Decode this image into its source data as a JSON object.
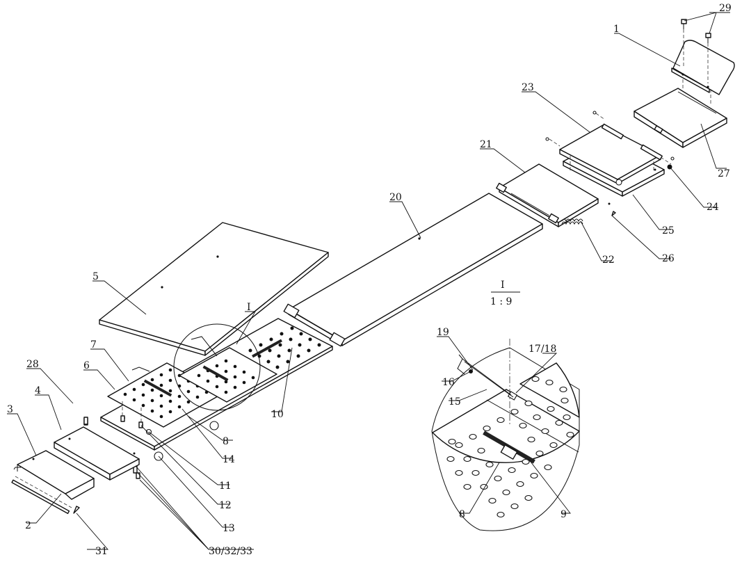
{
  "labels": {
    "p1": "1",
    "p2": "2",
    "p3": "3",
    "p4": "4",
    "p5": "5",
    "p6": "6",
    "p7": "7",
    "p8a": "8",
    "p8b": "8",
    "p9": "9",
    "p10": "10",
    "p11": "11",
    "p12": "12",
    "p13": "13",
    "p14": "14",
    "p15": "15",
    "p16": "16",
    "p17_18": "17/18",
    "p19": "19",
    "p20": "20",
    "p21": "21",
    "p22": "22",
    "p23": "23",
    "p24": "24",
    "p25": "25",
    "p26": "26",
    "p27": "27",
    "p28": "28",
    "p29": "29",
    "p30_32_33": "30/32/33",
    "p31": "31"
  },
  "detail": {
    "marker": "I",
    "view_name": "I",
    "scale": "1 : 9"
  }
}
